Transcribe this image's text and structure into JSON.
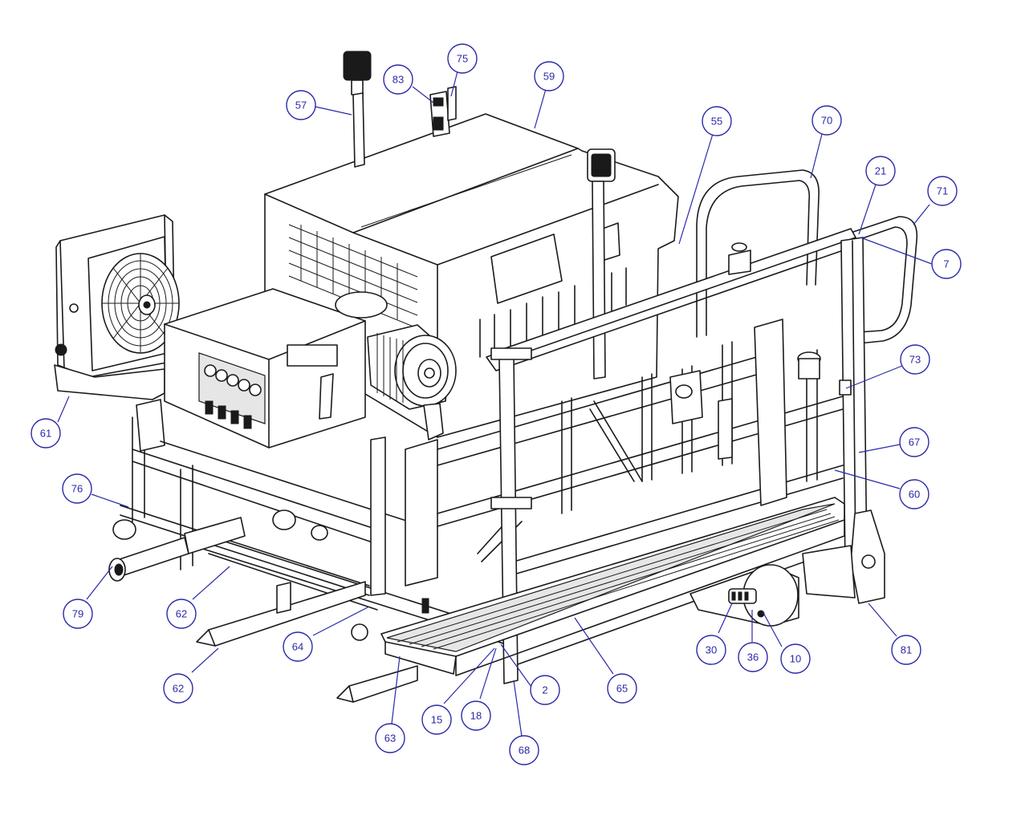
{
  "colors": {
    "balloon": "#2a2aa8",
    "line": "#1a1a1a",
    "background": "#ffffff"
  },
  "callouts": [
    {
      "id": "c57",
      "label": "57"
    },
    {
      "id": "c83",
      "label": "83"
    },
    {
      "id": "c75",
      "label": "75"
    },
    {
      "id": "c59",
      "label": "59"
    },
    {
      "id": "c55",
      "label": "55"
    },
    {
      "id": "c70",
      "label": "70"
    },
    {
      "id": "c21",
      "label": "21"
    },
    {
      "id": "c71",
      "label": "71"
    },
    {
      "id": "c7",
      "label": "7"
    },
    {
      "id": "c73",
      "label": "73"
    },
    {
      "id": "c67",
      "label": "67"
    },
    {
      "id": "c60",
      "label": "60"
    },
    {
      "id": "c61",
      "label": "61"
    },
    {
      "id": "c76",
      "label": "76"
    },
    {
      "id": "c79",
      "label": "79"
    },
    {
      "id": "c62a",
      "label": "62"
    },
    {
      "id": "c62b",
      "label": "62"
    },
    {
      "id": "c64",
      "label": "64"
    },
    {
      "id": "c63",
      "label": "63"
    },
    {
      "id": "c15",
      "label": "15"
    },
    {
      "id": "c18",
      "label": "18"
    },
    {
      "id": "c2",
      "label": "2"
    },
    {
      "id": "c68",
      "label": "68"
    },
    {
      "id": "c65",
      "label": "65"
    },
    {
      "id": "c30",
      "label": "30"
    },
    {
      "id": "c36",
      "label": "36"
    },
    {
      "id": "c10",
      "label": "10"
    },
    {
      "id": "c81",
      "label": "81"
    }
  ]
}
